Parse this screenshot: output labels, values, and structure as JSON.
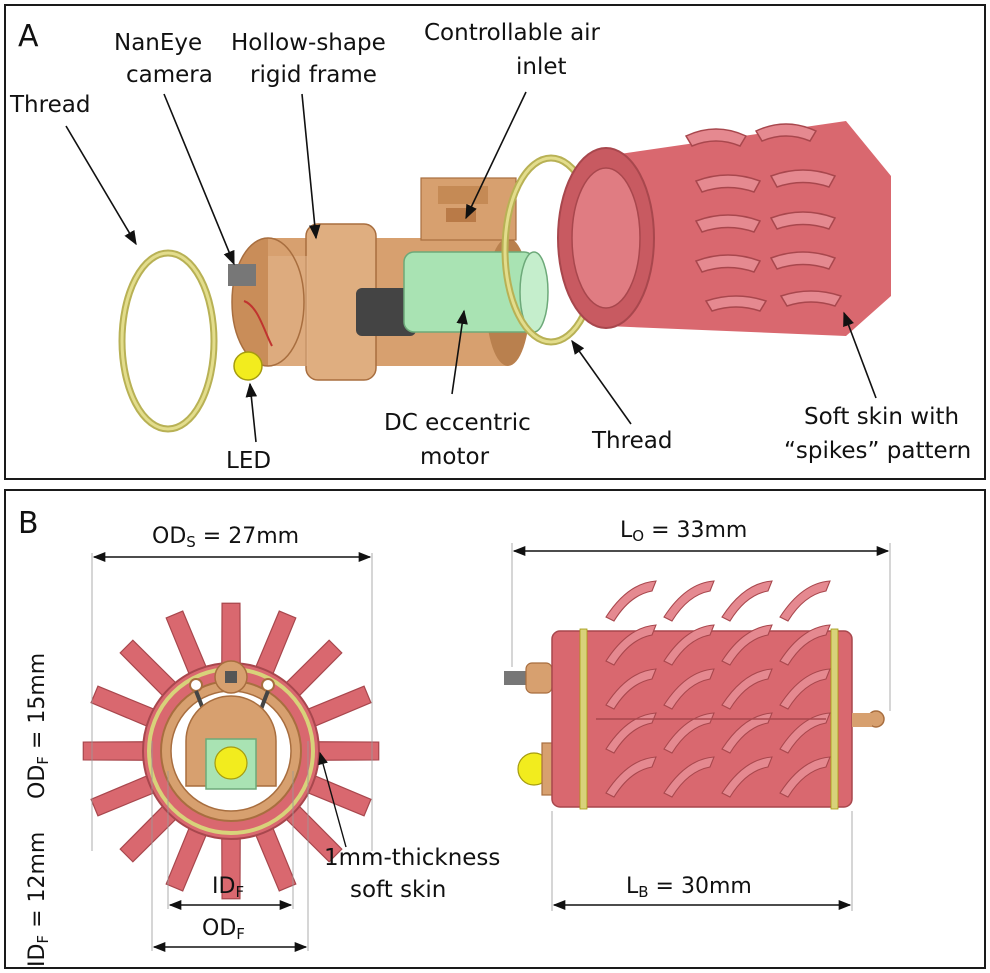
{
  "panel_a": {
    "letter": "A",
    "labels": {
      "nanoeye_1": "NanEye",
      "nanoeye_2": "camera",
      "frame_1": "Hollow-shape",
      "frame_2": "rigid frame",
      "inlet_1": "Controllable air",
      "inlet_2": "inlet",
      "thread_left": "Thread",
      "thread_right": "Thread",
      "led": "LED",
      "motor_1": "DC eccentric",
      "motor_2": "motor",
      "skin_1": "Soft skin with",
      "skin_2": "“spikes” pattern"
    }
  },
  "panel_b": {
    "letter": "B",
    "dims": {
      "ods_prefix": "OD",
      "ods_sub": "S",
      "ods_value": " = 27mm",
      "odf_v_prefix": "OD",
      "odf_v_sub": "F",
      "odf_v_value": " = 15mm",
      "idf_v_prefix": "ID",
      "idf_v_sub": "F",
      "idf_v_value": " = 12mm",
      "idf_prefix": "ID",
      "idf_sub": "F",
      "odf_prefix": "OD",
      "odf_sub": "F",
      "lo_prefix": "L",
      "lo_sub": "O",
      "lo_value": " = 33mm",
      "lb_prefix": "L",
      "lb_sub": "B",
      "lb_value": " = 30mm",
      "skin_1": "1mm-thickness",
      "skin_2": "soft skin"
    }
  },
  "colors": {
    "skin": "#d9686f",
    "skin_dark": "#a8474d",
    "frame": "#d7a06f",
    "frame_dark": "#a86e3f",
    "motor": "#a9e3b3",
    "thread": "#d8d27a",
    "led": "#f2ec1e"
  }
}
